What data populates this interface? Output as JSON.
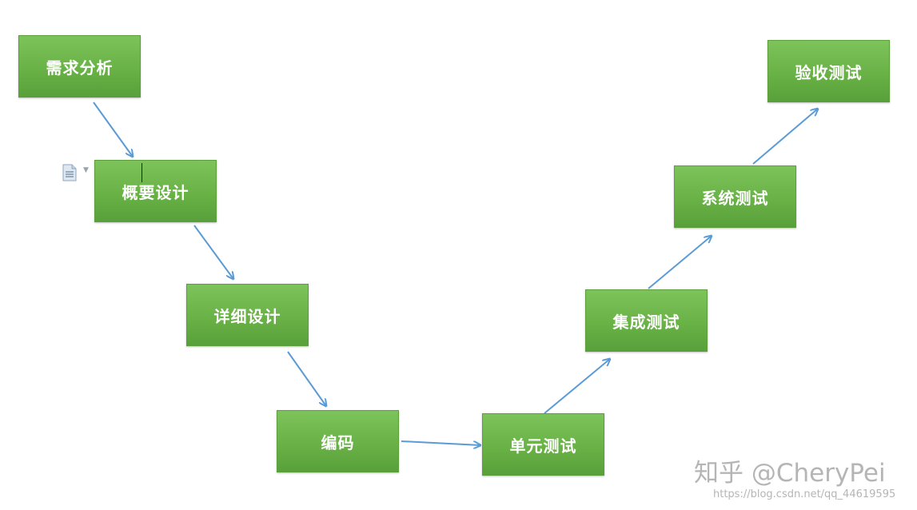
{
  "diagram": {
    "nodes": [
      {
        "label": "需求分析"
      },
      {
        "label": "概要设计"
      },
      {
        "label": "详细设计"
      },
      {
        "label": "编码"
      },
      {
        "label": "单元测试"
      },
      {
        "label": "集成测试"
      },
      {
        "label": "系统测试"
      },
      {
        "label": "验收测试"
      }
    ],
    "edges": [
      {
        "from": "需求分析",
        "to": "概要设计"
      },
      {
        "from": "概要设计",
        "to": "详细设计"
      },
      {
        "from": "详细设计",
        "to": "编码"
      },
      {
        "from": "编码",
        "to": "单元测试"
      },
      {
        "from": "单元测试",
        "to": "集成测试"
      },
      {
        "from": "集成测试",
        "to": "系统测试"
      },
      {
        "from": "系统测试",
        "to": "验收测试"
      }
    ],
    "node_color": "#6db24a",
    "arrow_color": "#5b9bd5"
  },
  "watermark": {
    "main": "知乎 @CheryPei",
    "url": "https://blog.csdn.net/qq_44619595"
  },
  "icons": {
    "paste_options": "document-icon"
  }
}
